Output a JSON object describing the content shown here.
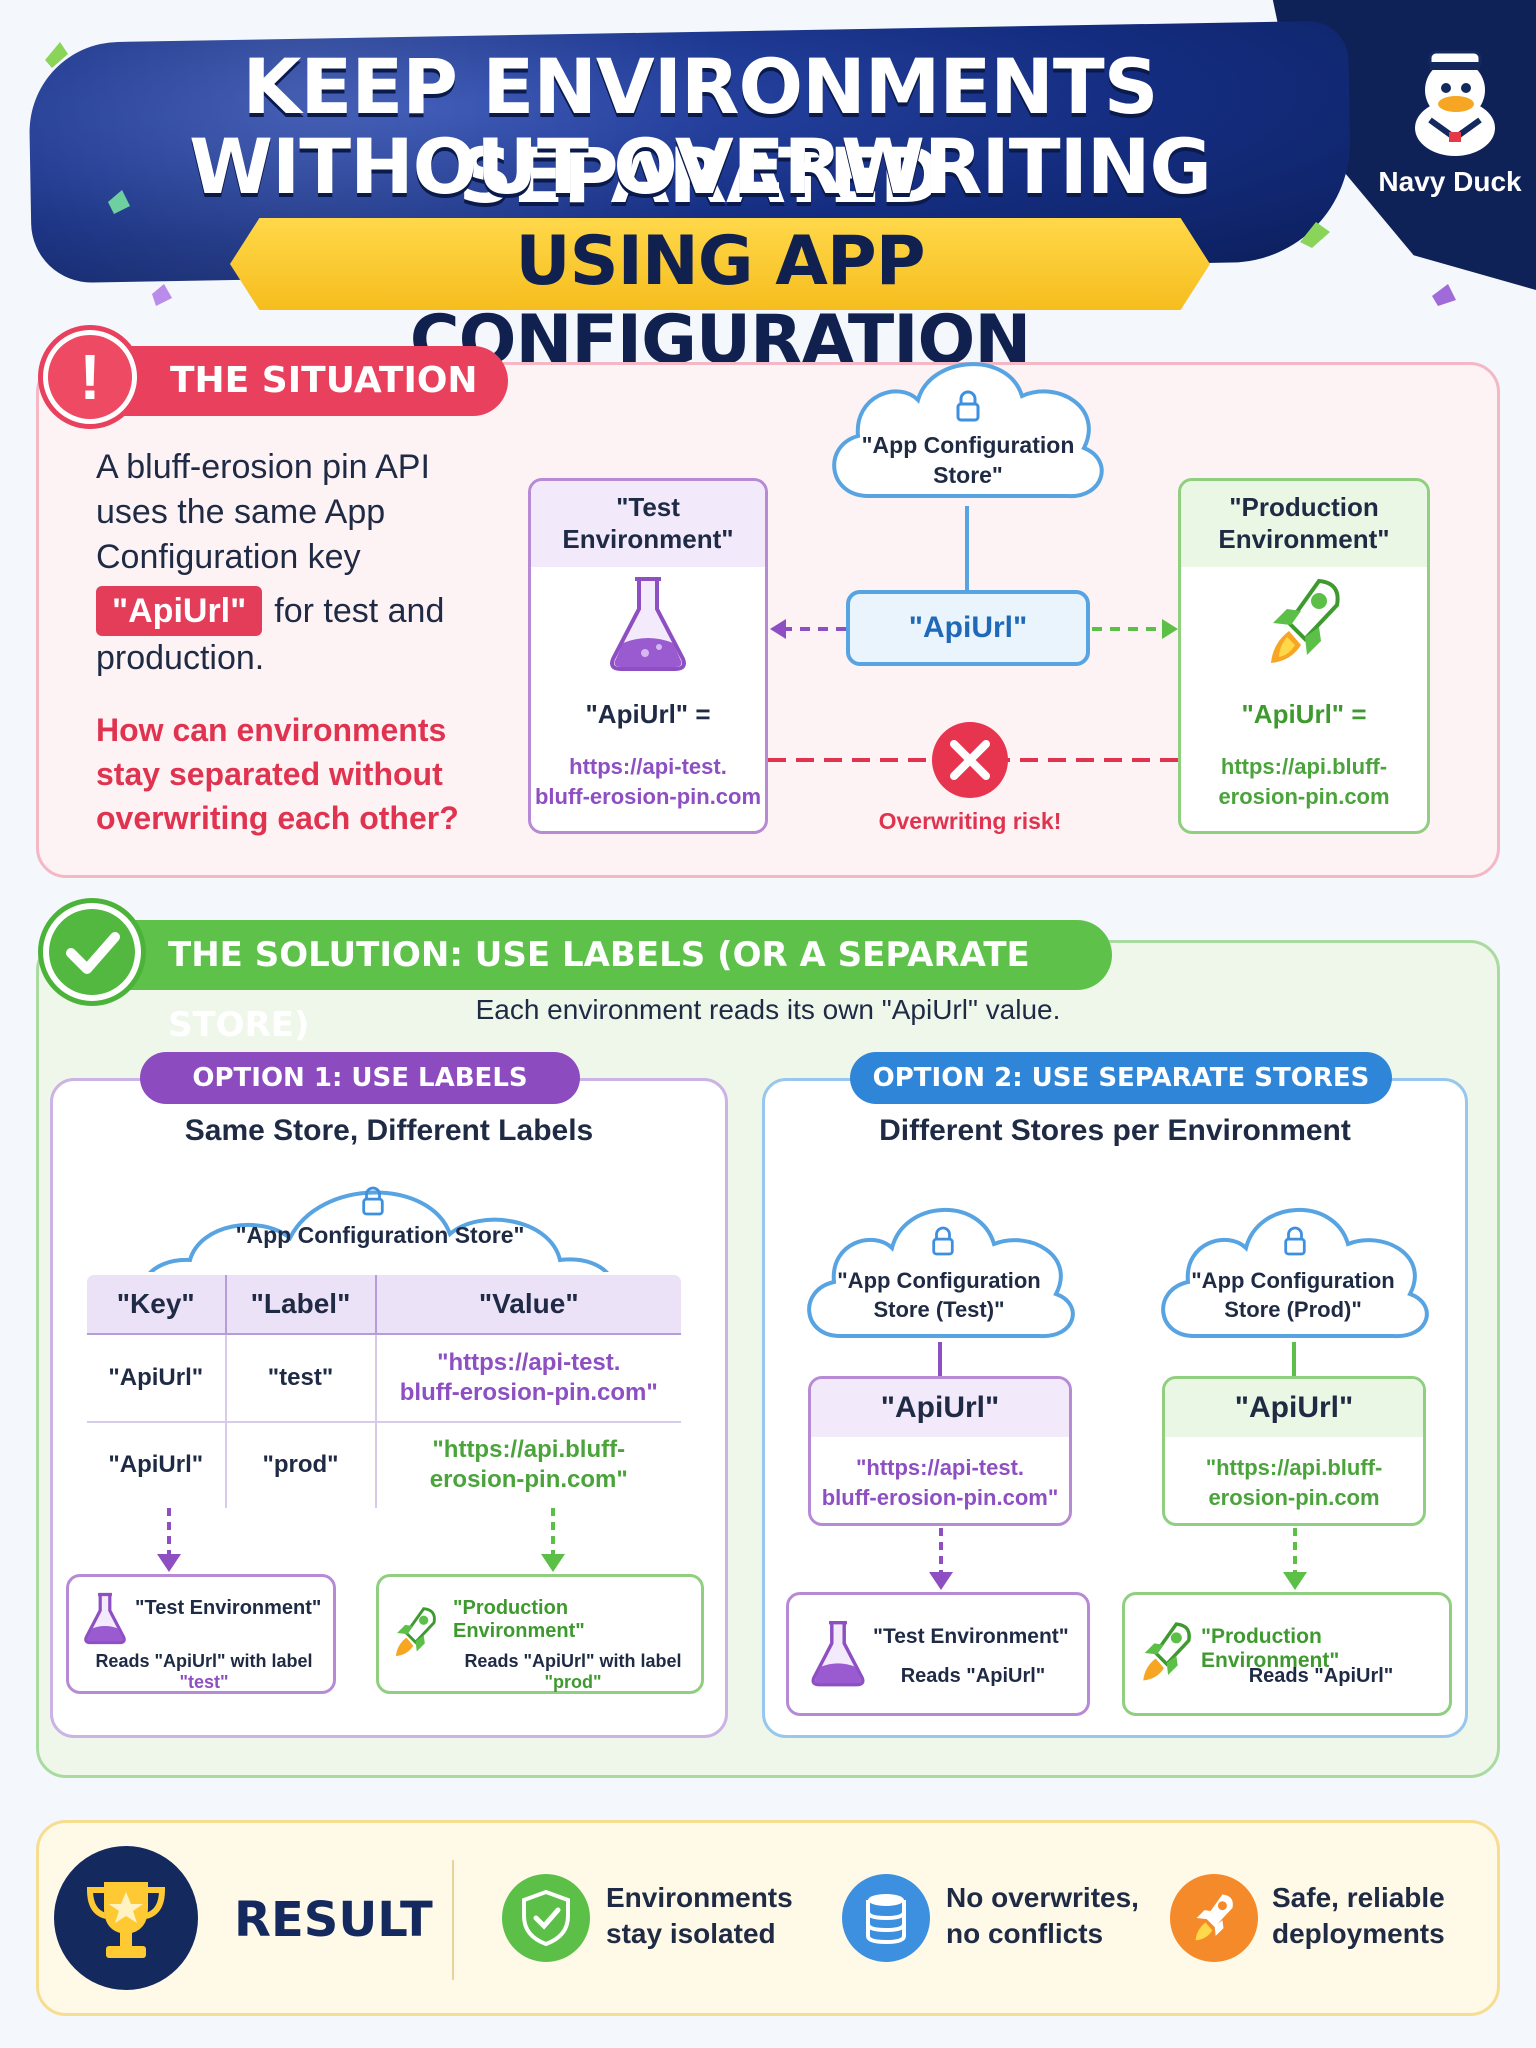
{
  "header": {
    "title_line1": "KEEP ENVIRONMENTS SEPARATED",
    "title_line2": "WITHOUT OVERWRITING",
    "title_ribbon": "USING APP CONFIGURATION",
    "brand_label": "Navy Duck",
    "brand_icon": "sailor-duck-icon"
  },
  "situation": {
    "heading": "THE SITUATION",
    "text_before": "A bluff-erosion pin API uses the same App Configuration key",
    "key_tag": "\"ApiUrl\"",
    "text_after": "for test and production.",
    "question": "How can environments stay separated without overwriting each other?",
    "store_cloud_line1": "\"App Configuration",
    "store_cloud_line2": "Store\"",
    "key_box": "\"ApiUrl\"",
    "risk_label": "Overwriting risk!",
    "test_env": {
      "title_line1": "\"Test",
      "title_line2": "Environment\"",
      "key": "\"ApiUrl\" =",
      "url_line1": "https://api-test.",
      "url_line2": "bluff-erosion-pin.com"
    },
    "prod_env": {
      "title_line1": "\"Production",
      "title_line2": "Environment\"",
      "key": "\"ApiUrl\" =",
      "url_line1": "https://api.bluff-",
      "url_line2": "erosion-pin.com"
    }
  },
  "solution": {
    "heading": "THE SOLUTION: USE LABELS (OR A SEPARATE STORE)",
    "subtitle": "Each environment reads its own \"ApiUrl\" value.",
    "option1": {
      "pill": "OPTION 1: USE LABELS",
      "subtitle": "Same Store, Different Labels",
      "cloud": "\"App Configuration Store\"",
      "table": {
        "headers": [
          "\"Key\"",
          "\"Label\"",
          "\"Value\""
        ],
        "rows": [
          {
            "key": "\"ApiUrl\"",
            "label": "\"test\"",
            "value_line1": "\"https://api-test.",
            "value_line2": "bluff-erosion-pin.com\""
          },
          {
            "key": "\"ApiUrl\"",
            "label": "\"prod\"",
            "value_line1": "\"https://api.bluff-",
            "value_line2": "erosion-pin.com\""
          }
        ]
      },
      "test_reader": {
        "title": "\"Test Environment\"",
        "desc_prefix": "Reads \"ApiUrl\" with label ",
        "desc_label": "\"test\""
      },
      "prod_reader": {
        "title": "\"Production Environment\"",
        "desc_prefix": "Reads \"ApiUrl\" with label ",
        "desc_label": "\"prod\""
      }
    },
    "option2": {
      "pill": "OPTION 2: USE SEPARATE STORES",
      "subtitle": "Different Stores per Environment",
      "test_cloud_line1": "\"App Configuration",
      "test_cloud_line2": "Store (Test)\"",
      "prod_cloud_line1": "\"App Configuration",
      "prod_cloud_line2": "Store (Prod)\"",
      "test_key": "\"ApiUrl\"",
      "test_value_line1": "\"https://api-test.",
      "test_value_line2": "bluff-erosion-pin.com\"",
      "prod_key": "\"ApiUrl\"",
      "prod_value_line1": "\"https://api.bluff-",
      "prod_value_line2": "erosion-pin.com",
      "test_reader": {
        "title": "\"Test Environment\"",
        "desc": "Reads \"ApiUrl\""
      },
      "prod_reader": {
        "title": "\"Production Environment\"",
        "desc": "Reads \"ApiUrl\""
      }
    }
  },
  "result": {
    "label": "RESULT",
    "items": [
      {
        "line1": "Environments",
        "line2": "stay isolated",
        "icon": "shield-check-icon",
        "color": "#5cbf47"
      },
      {
        "line1": "No overwrites,",
        "line2": "no conflicts",
        "icon": "database-icon",
        "color": "#3d8fe0"
      },
      {
        "line1": "Safe, reliable",
        "line2": "deployments",
        "icon": "rocket-icon",
        "color": "#f58a2a"
      }
    ]
  },
  "colors": {
    "situation_red": "#e9405d",
    "solution_green": "#5ec24a",
    "option1_purple": "#8c4cc0",
    "option2_blue": "#2f86d8",
    "navy": "#14295e"
  }
}
